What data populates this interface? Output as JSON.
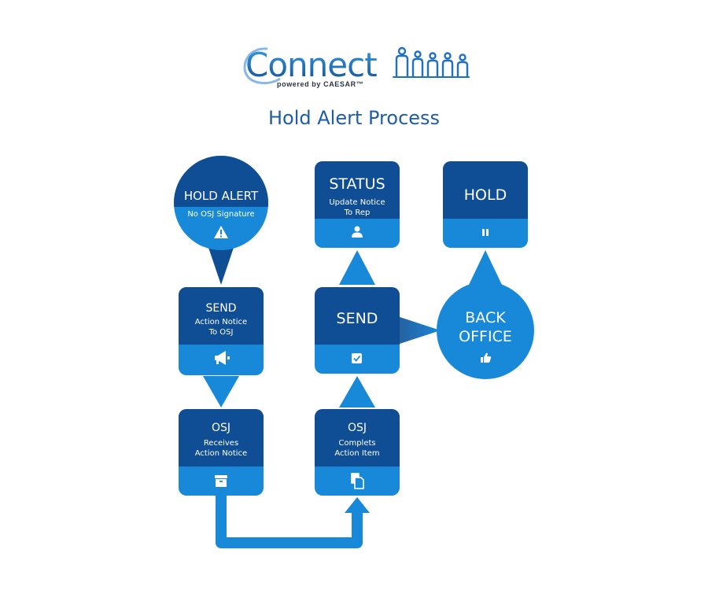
{
  "brand": {
    "name": "Connect",
    "tagline": "powered by CAESAR™"
  },
  "title": "Hold Alert Process",
  "colors": {
    "dark": "#0f4e94",
    "light": "#1889d9",
    "title": "#1f5da6"
  },
  "nodes": {
    "hold_alert": {
      "title": "HOLD ALERT",
      "subtitle": "No OSJ Signature",
      "icon": "warning-icon"
    },
    "send_action": {
      "title": "SEND",
      "line1": "Action Notice",
      "line2": "To OSJ",
      "icon": "megaphone-icon"
    },
    "osj_receives": {
      "title": "OSJ",
      "line1": "Receives",
      "line2": "Action Notice",
      "icon": "archive-box-icon"
    },
    "osj_completes": {
      "title": "OSJ",
      "line1": "Complets",
      "line2": "Action Item",
      "icon": "documents-icon"
    },
    "send": {
      "title": "SEND",
      "icon": "checkbox-icon"
    },
    "status": {
      "title": "STATUS",
      "line1": "Update Notice",
      "line2": "To Rep",
      "icon": "user-icon"
    },
    "hold": {
      "title": "HOLD",
      "icon": "pause-icon"
    },
    "back_office": {
      "line1": "BACK",
      "line2": "OFFICE",
      "icon": "thumbs-up-icon"
    }
  }
}
